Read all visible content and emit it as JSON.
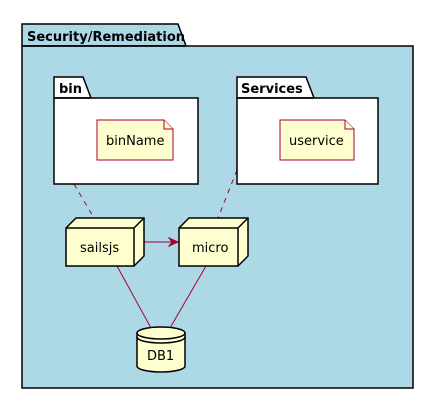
{
  "diagram": {
    "outer_package": {
      "label": "Security/Remediation",
      "fill": "#ADD8E6"
    },
    "packages": [
      {
        "id": "bin",
        "label": "bin"
      },
      {
        "id": "services",
        "label": "Services"
      }
    ],
    "notes": [
      {
        "id": "binname",
        "label": "binName"
      },
      {
        "id": "uservice",
        "label": "uservice"
      }
    ],
    "nodes": [
      {
        "id": "sailsjs",
        "label": "sailsjs"
      },
      {
        "id": "micro",
        "label": "micro"
      }
    ],
    "database": {
      "id": "db1",
      "label": "DB1"
    },
    "colors": {
      "element_fill": "#FEFECE",
      "line": "#A80036",
      "stroke": "#000000",
      "package_fill": "#FFFFFF"
    }
  }
}
